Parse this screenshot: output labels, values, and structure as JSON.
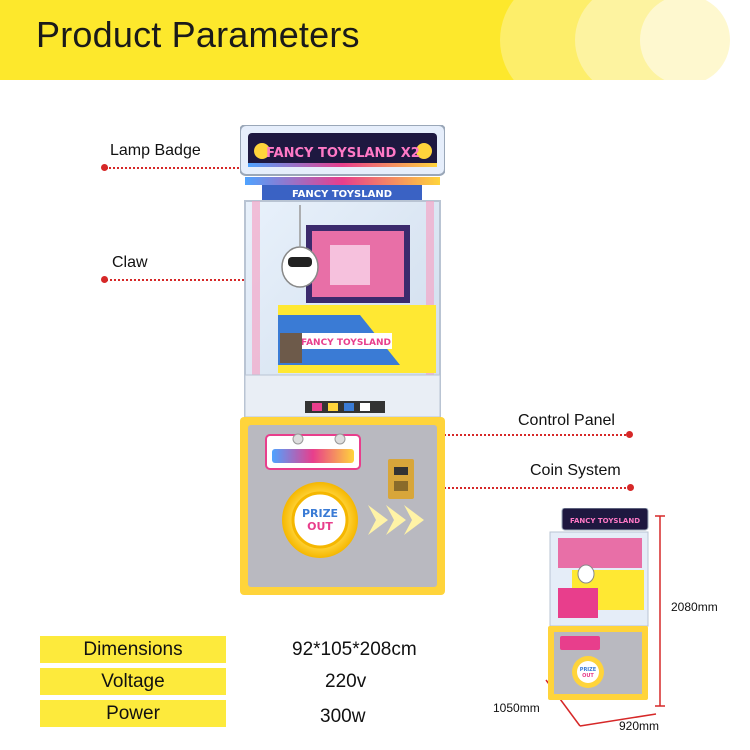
{
  "header": {
    "title": "Product Parameters"
  },
  "callouts": [
    {
      "label": "Lamp Badge"
    },
    {
      "label": "Claw"
    },
    {
      "label": "Control Panel"
    },
    {
      "label": "Coin System"
    }
  ],
  "machine": {
    "top_sign": "FANCY TOYSLAND X2",
    "inner_sign": "FANCY TOYSLAND",
    "back_sign": "FANCY TOYSLAND",
    "prize_label_1": "PRIZE",
    "prize_label_2": "OUT"
  },
  "mini_machine": {
    "top_sign": "FANCY TOYSLAND",
    "prize_label_1": "PRIZE",
    "prize_label_2": "OUT"
  },
  "parameters": [
    {
      "key": "Dimensions",
      "value": "92*105*208cm"
    },
    {
      "key": "Voltage",
      "value": "220v"
    },
    {
      "key": "Power",
      "value": "300w"
    }
  ],
  "dimensions": {
    "height": "2080mm",
    "depth": "1050mm",
    "width": "920mm"
  },
  "colors": {
    "accent_yellow": "#fde82c",
    "callout_red": "#d62828",
    "machine_pink": "#e83e8c",
    "machine_blue": "#3a7bd5"
  }
}
